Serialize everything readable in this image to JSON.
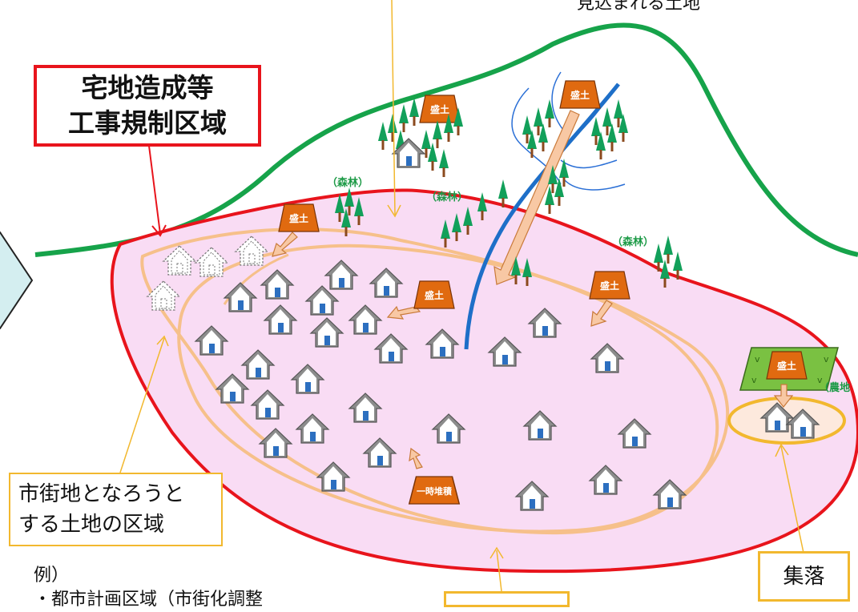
{
  "title": {
    "line1": "宅地造成等",
    "line2": "工事規制区域"
  },
  "top_text": "見込まれる土地",
  "forest_label": "（森林）",
  "farmland_label": "（農地",
  "fill_label": "盛土",
  "temp_pile_label": "一時堆積",
  "callouts": {
    "urban_line1": "市街地となろうと",
    "urban_line2": "する土地の区域",
    "village": "集落"
  },
  "example": {
    "line1": "例）",
    "line2": "・都市計画区域（市街化調整"
  },
  "colors": {
    "zone_fill": "#f9dcf4",
    "zone_border": "#e8141c",
    "ridge": "#16a34a",
    "river": "#1e6fc8",
    "stream": "#2a6fd6",
    "urban_ring": "#f6c08a",
    "village_ring": "#f2b82e",
    "mound": "#e06a10",
    "arrow_fill": "#f8c8a4",
    "tree": "#12a05a",
    "trunk": "#8b4a1e",
    "house_roof": "#8c8c8c",
    "house_door": "#2c6fc0",
    "forest_text": "#1c9a46",
    "farmland": "#7ac142"
  }
}
